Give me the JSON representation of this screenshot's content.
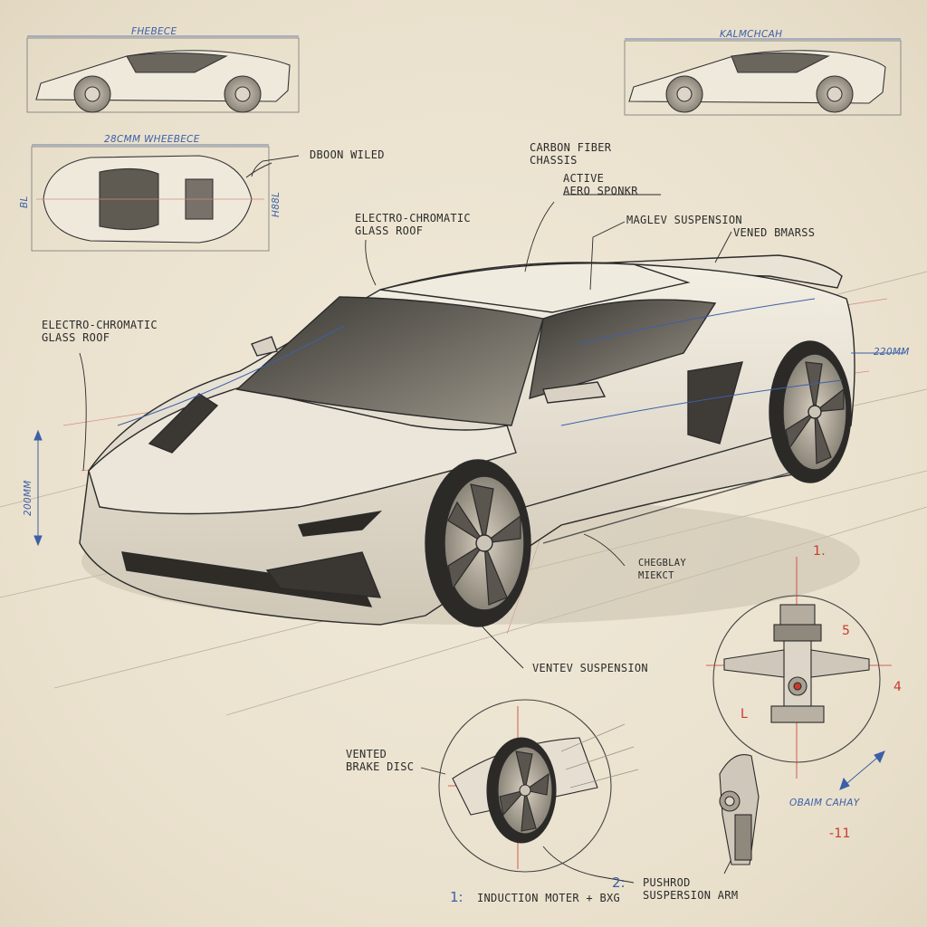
{
  "dimensions": {
    "side_view_left": "FHEBECE",
    "side_view_right": "KALMCHCAH",
    "top_view": "28CMM WHEEBECE",
    "top_view_side_a": "BL",
    "top_view_side_b": "H88L",
    "main_height": "200MM",
    "main_rear": "220MM",
    "detail_arm": "OBAIM CAHAY"
  },
  "callouts": {
    "top_view_note": "DBOON WILED",
    "carbon_fiber": [
      "CARBON FIBER",
      "CHASSIS"
    ],
    "active_aero": [
      "ACTIVE",
      "AERO SPONKR"
    ],
    "roof_upper": [
      "ELECTRO-CHROMATIC",
      "GLASS ROOF"
    ],
    "roof_left": [
      "ELECTRO-CHROMATIC",
      "GLASS ROOF"
    ],
    "maglev": "MAGLEV SUSPENSION",
    "vented_rear": "VENED BMARSS",
    "chegbay": [
      "CHEGBLAY",
      "MIEKCT"
    ],
    "vented_suspension": "VENTEV SUSPENSION",
    "vented_brake": [
      "VENTED",
      "BRAKE DISC"
    ],
    "induction_motor": "INDUCTION MOTER + BXG",
    "pushrod": [
      "PUSHROD",
      "SUSPERSION ARM"
    ]
  },
  "markers": {
    "d1": "1.",
    "d5": "5",
    "d4": "4",
    "dL": "L",
    "d11": "-11",
    "n1": "1:",
    "n2": "2:"
  },
  "colors": {
    "pencil": "#2b2b2b",
    "blue_ink": "#3c5fa8",
    "red_ink": "#c93a2d",
    "paper": "#ece4d4"
  }
}
